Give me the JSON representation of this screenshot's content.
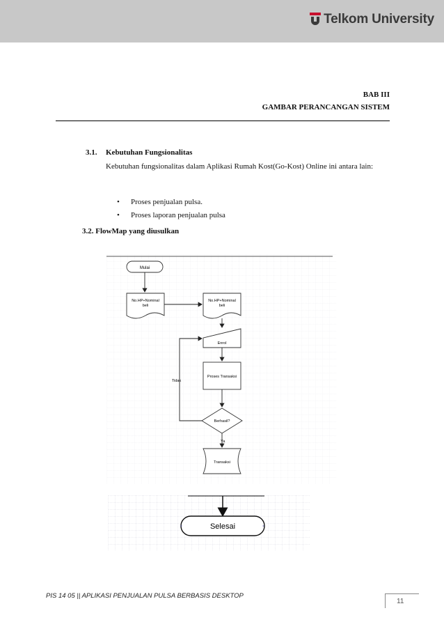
{
  "header": {
    "brand": "Telkom University",
    "brand_color": "#3a3a3a",
    "band_color": "#c8c8c8",
    "logo_accent": "#c8102e"
  },
  "chapter": {
    "number": "BAB III",
    "title": "GAMBAR PERANCANGAN SISTEM"
  },
  "section1": {
    "number": "3.1.",
    "title": "Kebutuhan Fungsionalitas",
    "body": "Kebutuhan fungsionalitas dalam Aplikasi Rumah Kost(Go-Kost) Online ini antara lain:",
    "bullets": [
      "Proses penjualan pulsa.",
      "Proses laporan penjualan pulsa"
    ]
  },
  "section2": {
    "title": "3.2. FlowMap yang diusulkan"
  },
  "flowmap": {
    "start": "Mulai",
    "input_left_line1": "No.HP+Nominal",
    "input_left_line2": "beli",
    "input_right_line1": "No.HP+Nominal",
    "input_right_line2": "beli",
    "manual_input": "Enrol",
    "process": "Proses Transaksi",
    "decision": "Berhasil?",
    "no_label": "Tidak",
    "yes_label": "Ya",
    "document": "Transaksi",
    "end": "Selesai"
  },
  "footer": {
    "text": "PIS 14 05  || APLIKASI PENJUALAN PULSA BERBASIS DESKTOP",
    "page": "11"
  }
}
